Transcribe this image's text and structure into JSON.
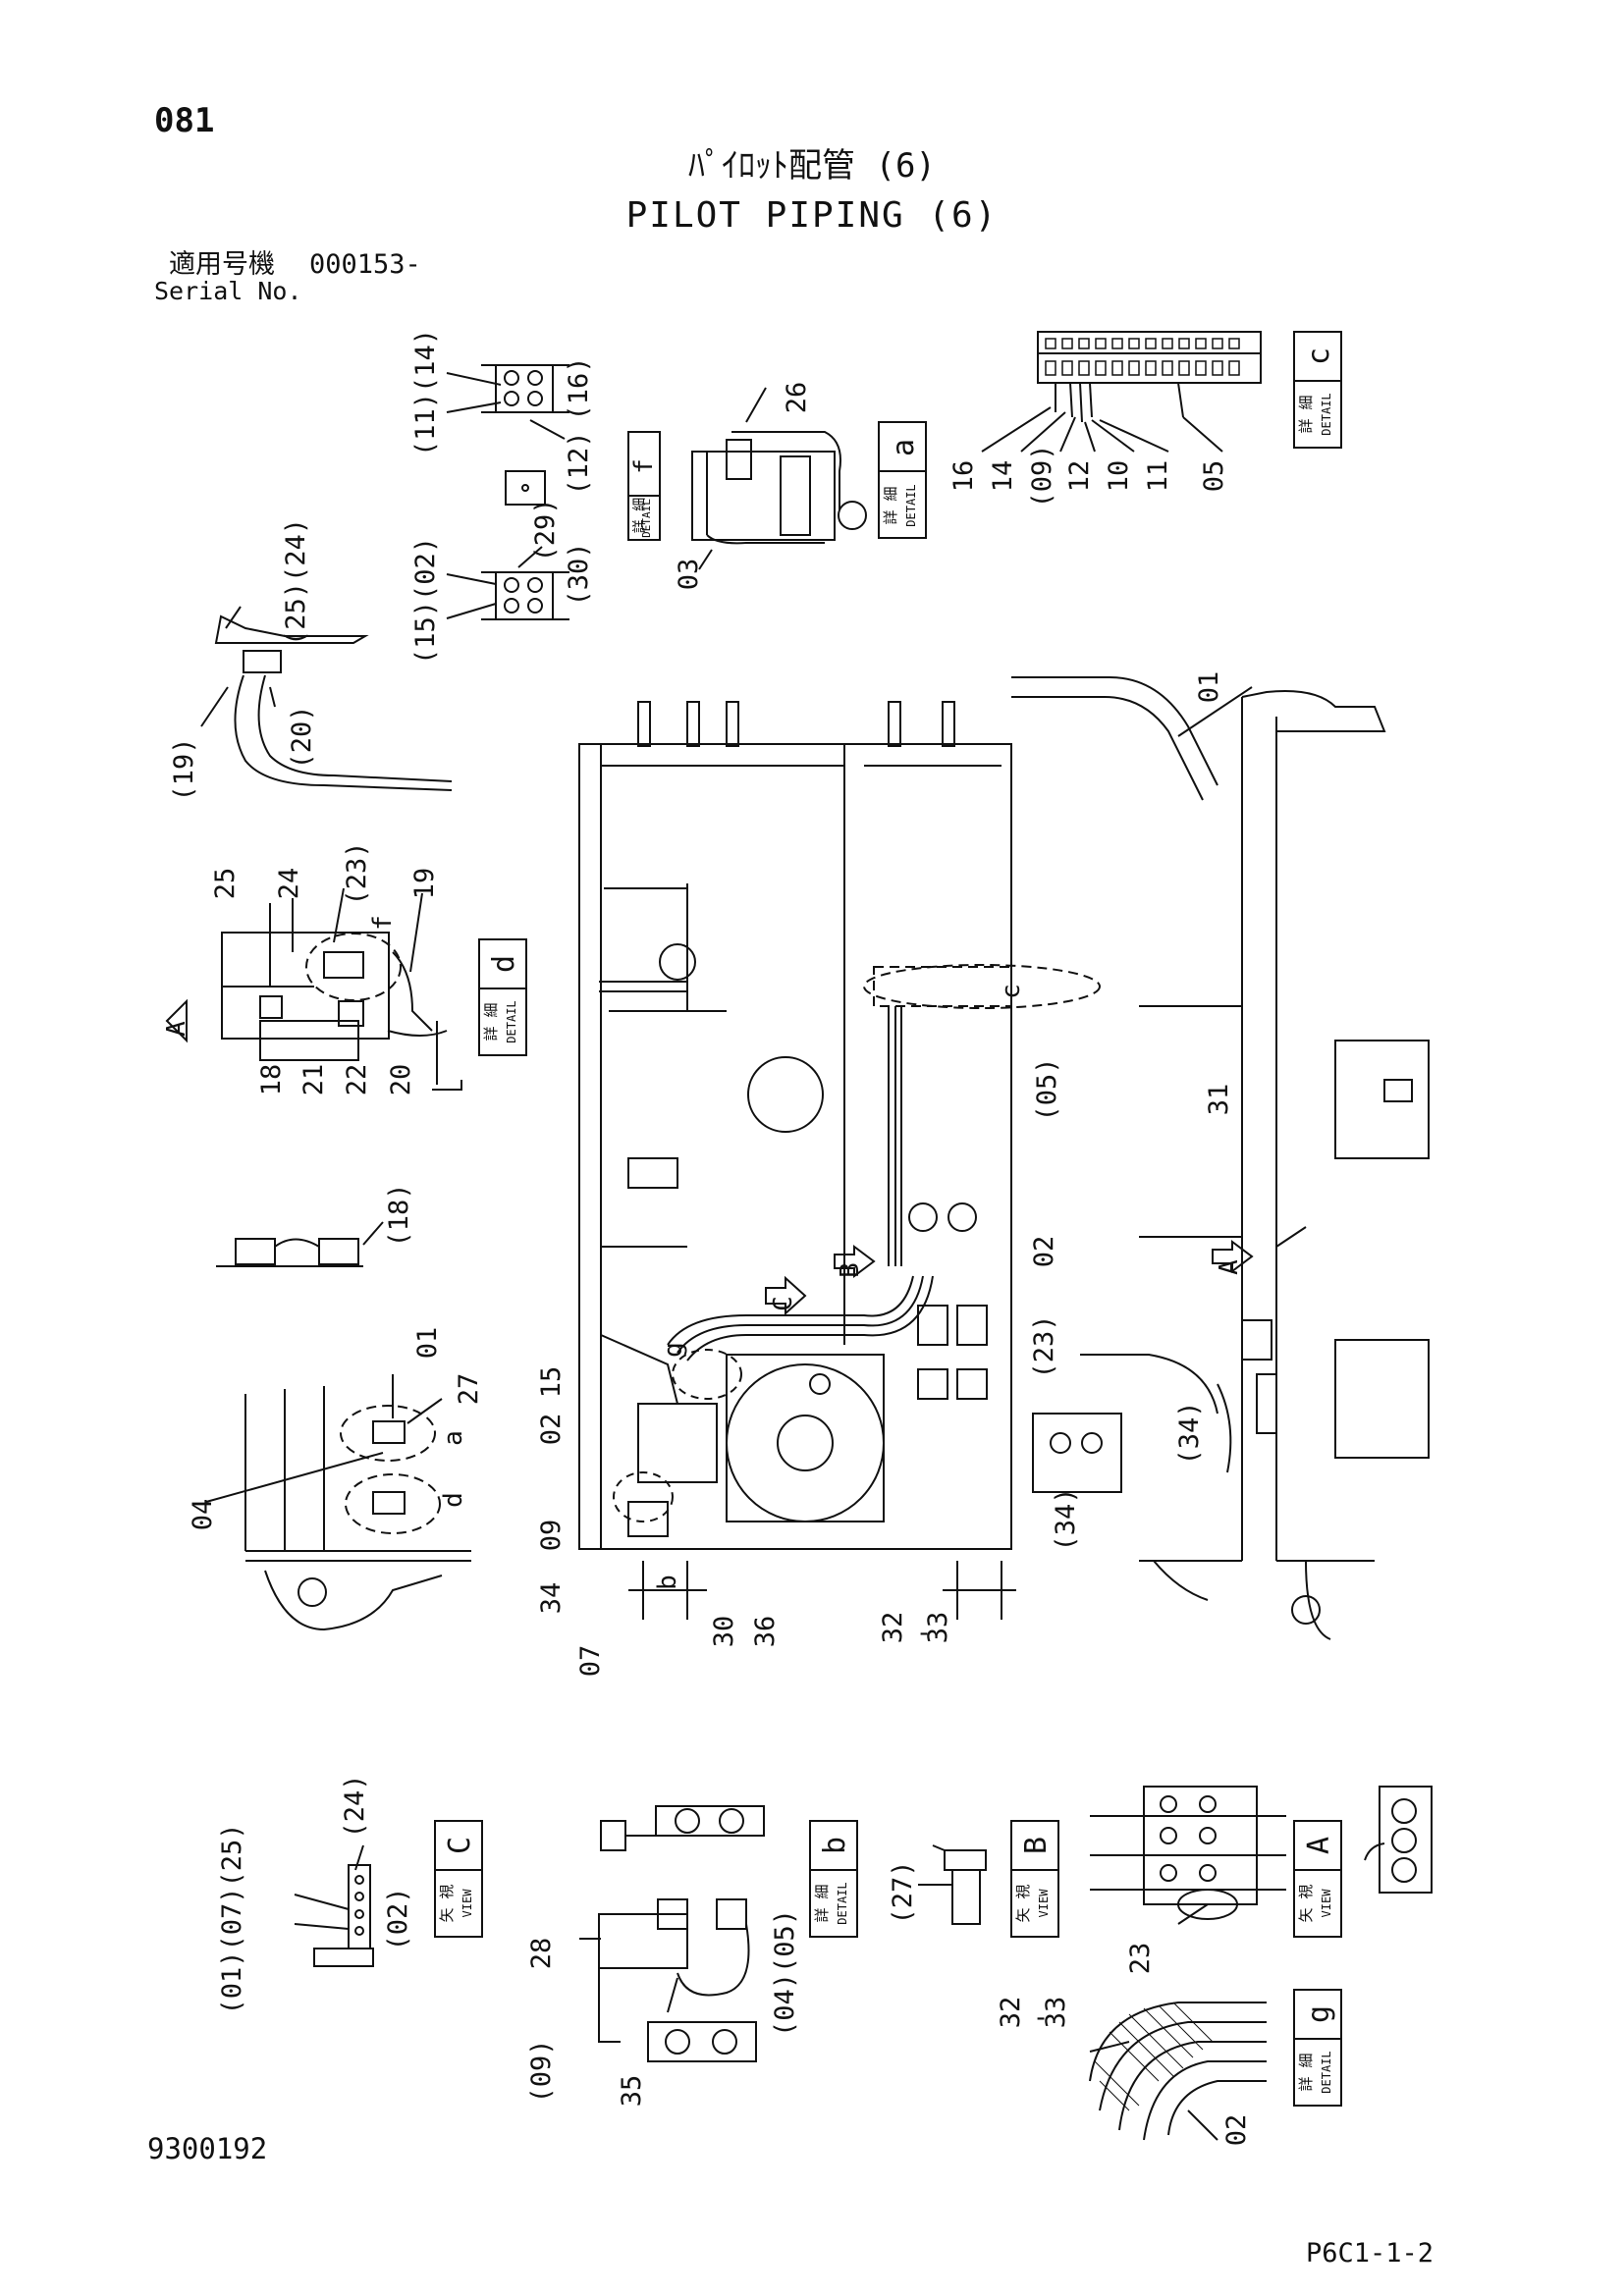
{
  "page_number": "081",
  "title_jp": "ﾊﾟｲﾛｯﾄ配管 (6)",
  "title_en": "PILOT PIPING (6)",
  "serial_label_jp": "適用号機",
  "serial_value": "000153-",
  "serial_label_en": "Serial No.",
  "doc_number": "9300192",
  "page_code": "P6C1-1-2",
  "detail_boxes": [
    {
      "kanji": "詳 細",
      "label": "DETAIL",
      "letter": "f"
    },
    {
      "kanji": "詳 細",
      "label": "DETAIL",
      "letter": "a"
    },
    {
      "kanji": "詳 細",
      "label": "DETAIL",
      "letter": "c"
    },
    {
      "kanji": "詳 細",
      "label": "DETAIL",
      "letter": "d"
    },
    {
      "kanji": "詳 細",
      "label": "DETAIL",
      "letter": "b"
    },
    {
      "kanji": "詳 細",
      "label": "DETAIL",
      "letter": "g"
    }
  ],
  "view_boxes": [
    {
      "kanji": "矢 視",
      "label": "VIEW",
      "letter": "C"
    },
    {
      "kanji": "矢 視",
      "label": "VIEW",
      "letter": "B"
    },
    {
      "kanji": "矢 視",
      "label": "VIEW",
      "letter": "A"
    }
  ],
  "callouts": {
    "detail_f": [
      "(11)(14)",
      "(16)",
      "(12)",
      "(15)(02)",
      "(29)",
      "(30)"
    ],
    "detail_a": [
      "26",
      "03"
    ],
    "detail_c": [
      "16",
      "14",
      "(09)",
      "12",
      "10",
      "11",
      "05"
    ],
    "upper_left": [
      "(25)(24)",
      "(19)",
      "(20)"
    ],
    "detail_d": [
      "25",
      "24",
      "(23)",
      "19",
      "18",
      "21",
      "22",
      "20"
    ],
    "small_18": [
      "(18)"
    ],
    "left_view": [
      "01",
      "27",
      "04"
    ],
    "main_view": [
      "15",
      "02",
      "09",
      "34",
      "07",
      "30",
      "36",
      "32",
      "-",
      "33",
      "(05)",
      "02",
      "(23)",
      "(34)",
      "(34)",
      "01",
      "31"
    ],
    "view_C": [
      "(24)",
      "(01)(07)(25)",
      "(02)"
    ],
    "detail_b": [
      "28",
      "(09)",
      "35",
      "(04)(05)"
    ],
    "view_B": [
      "(27)"
    ],
    "view_A": [
      "23"
    ],
    "detail_g": [
      "32",
      "-",
      "33",
      "02"
    ]
  },
  "region_letters": {
    "main": [
      "c",
      "g",
      "b",
      "C",
      "B",
      "A"
    ],
    "detail_d": [
      "A",
      "f"
    ],
    "left_view": [
      "a",
      "d"
    ]
  }
}
